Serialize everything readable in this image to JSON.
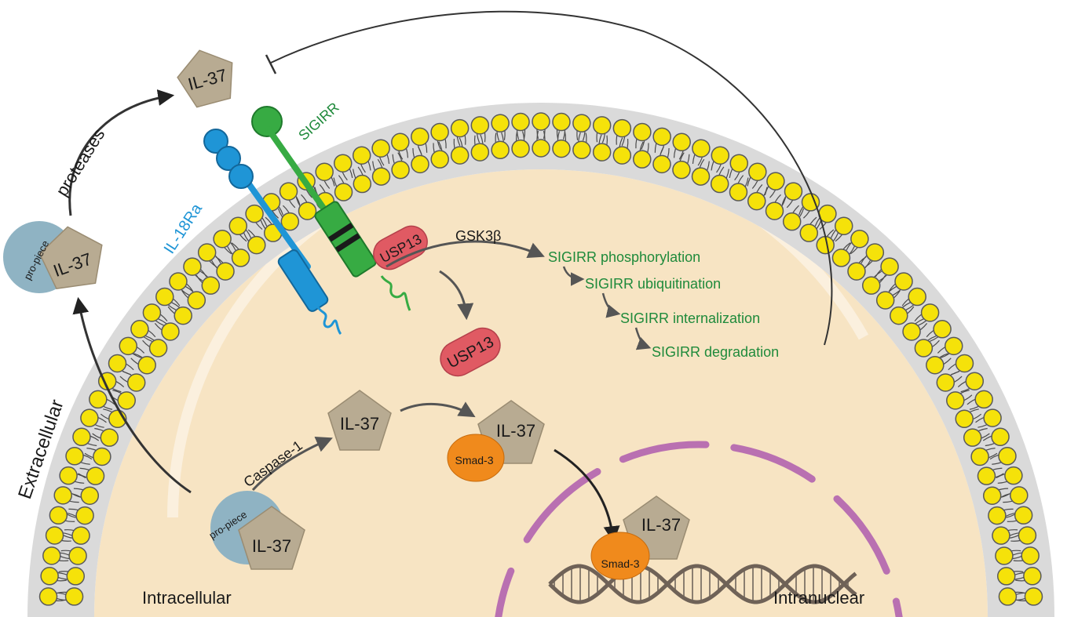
{
  "regions": {
    "extracellular": "Extracellular",
    "intracellular": "Intracellular",
    "intranuclear": "Intranuclear"
  },
  "receptors": {
    "il18ra": "IL-18Ra",
    "sigirr": "SIGIRR"
  },
  "molecules": {
    "il37": "IL-37",
    "pro_piece": "pro-piece",
    "smad3": "Smad-3",
    "usp13": "USP13"
  },
  "arrows": {
    "proteases": "proteases",
    "caspase1": "Caspase-1",
    "gsk3b": "GSK3β"
  },
  "cascade": [
    "SIGIRR phosphorylation",
    "SIGIRR ubiquitination",
    "SIGIRR internalization",
    "SIGIRR degradation"
  ],
  "colors": {
    "cytoplasm": "#f7e4c3",
    "head": "#f5e20a",
    "il37": "#b8ab92",
    "pro_piece": "#8fb3c3",
    "smad3": "#f08a1c",
    "usp13": "#e05a63",
    "sigirr": "#37ab43",
    "il18ra": "#1f95d6",
    "nucleus": "#b970b1",
    "cascade_text": "#1f8a3b"
  }
}
